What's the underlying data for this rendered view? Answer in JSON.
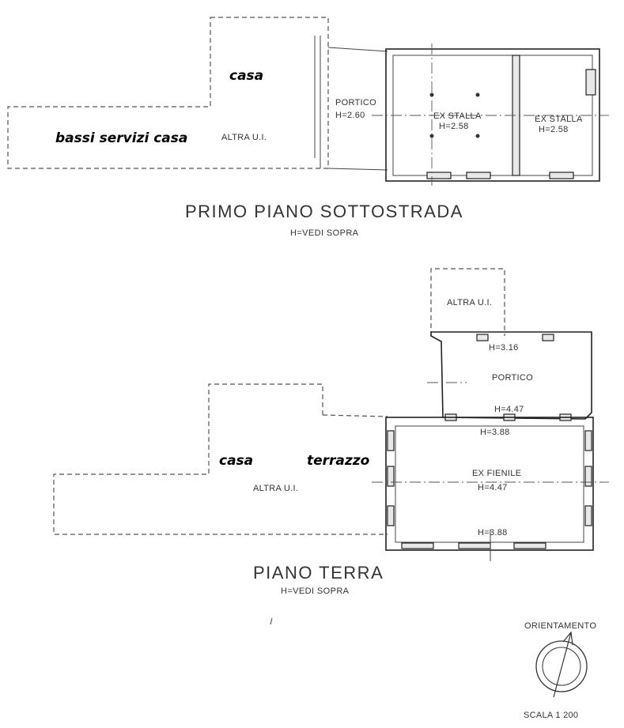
{
  "upper_plan": {
    "title": "PRIMO PIANO SOTTOSTRADA",
    "subtitle": "H=VEDI SOPRA",
    "labels": {
      "casa": "casa",
      "bassi_servizi": "bassi servizi casa",
      "altra_ui": "ALTRA U.I.",
      "portico": "PORTICO",
      "portico_h": "H=2.60",
      "stalla1": "EX STALLA",
      "stalla1_h": "H=2.58",
      "stalla2": "EX STALLA",
      "stalla2_h": "H=2.58"
    }
  },
  "lower_plan": {
    "title": "PIANO TERRA",
    "subtitle": "H=VEDI SOPRA",
    "labels": {
      "altra_ui_top": "ALTRA U.I.",
      "portico_h": "H=3.16",
      "portico": "PORTICO",
      "h_447_top": "H=4.47",
      "h_388_top": "H=3.88",
      "fienile": "EX FIENILE",
      "fienile_h": "H=4.47",
      "h_388_bottom": "H=3.88",
      "casa": "casa",
      "terrazzo": "terrazzo",
      "altra_ui": "ALTRA U.I."
    }
  },
  "orientation": {
    "label": "ORIENTAMENTO",
    "scale": "SCALA 1 200"
  }
}
